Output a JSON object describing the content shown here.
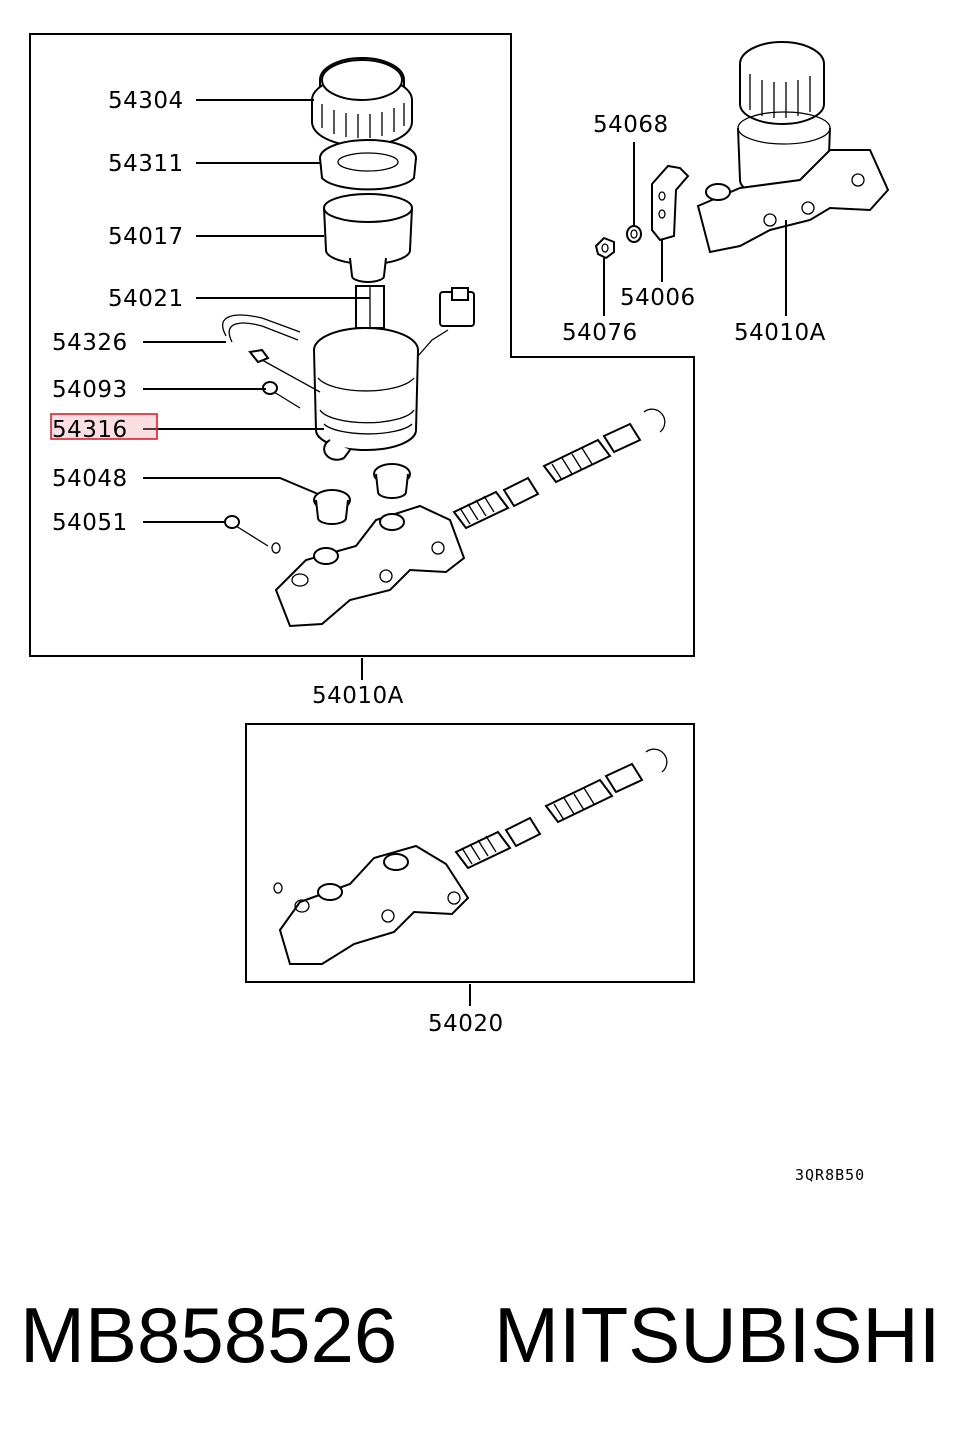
{
  "diagram": {
    "labels": {
      "l54304": "54304",
      "l54311": "54311",
      "l54017": "54017",
      "l54021": "54021",
      "l54326": "54326",
      "l54093": "54093",
      "l54316": "54316",
      "l54048": "54048",
      "l54051": "54051",
      "l54068": "54068",
      "l54006": "54006",
      "l54076": "54076",
      "l54010a_right": "54010A",
      "l54010a_main": "54010A",
      "l54020": "54020"
    },
    "highlighted_part": "54316",
    "highlight_color": "#d9202e",
    "drawing_code": "3QR8B50"
  },
  "footer": {
    "part_number": "MB858526",
    "brand": "MITSUBISHI"
  }
}
